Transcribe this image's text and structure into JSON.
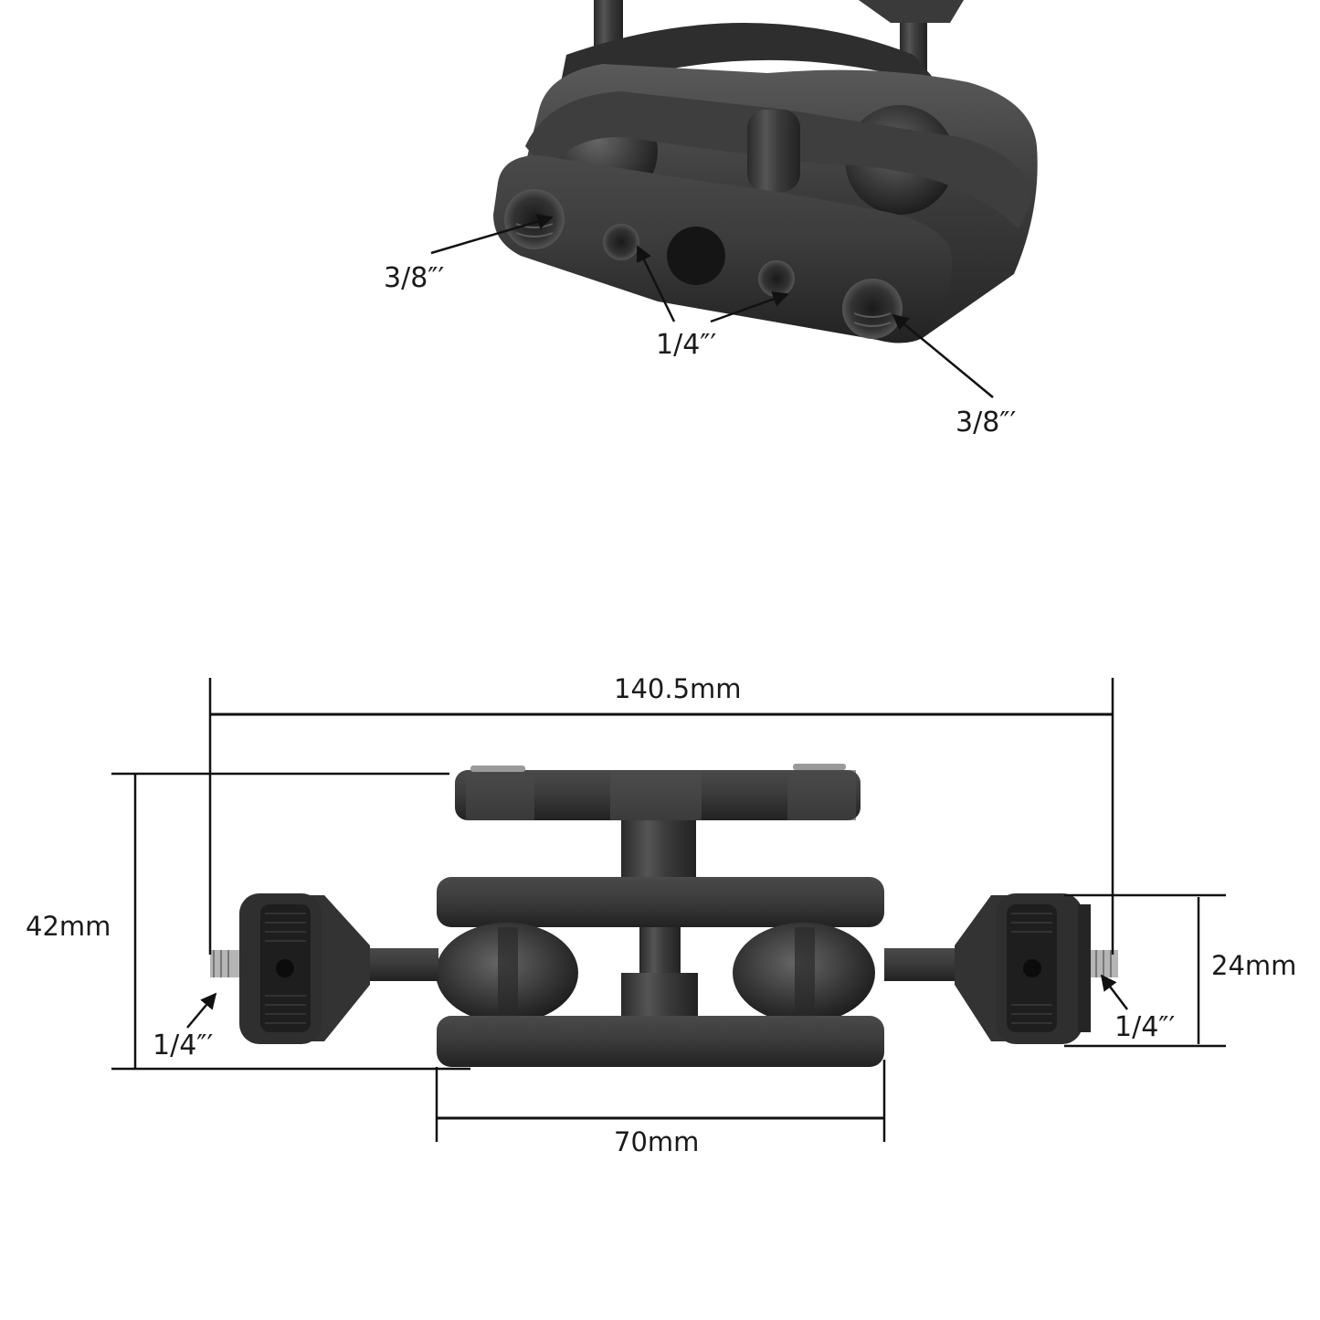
{
  "figure": {
    "type": "product-dimension-diagram",
    "subject": "dual ball head mount clamp"
  },
  "top_view": {
    "callouts": [
      {
        "id": "left-large-hole",
        "label": "3/8″′"
      },
      {
        "id": "small-holes",
        "label": "1/4″′"
      },
      {
        "id": "right-large-hole",
        "label": "3/8″′"
      }
    ]
  },
  "bottom_view": {
    "dimensions": {
      "overall_width": "140.5mm",
      "overall_height": "42mm",
      "clamp_width": "70mm",
      "head_height": "24mm"
    },
    "callouts": [
      {
        "id": "left-screw",
        "label": "1/4″′"
      },
      {
        "id": "right-screw",
        "label": "1/4″′"
      }
    ]
  },
  "colors": {
    "background": "#ffffff",
    "metal_dark": "#2b2b2b",
    "metal_mid": "#454545",
    "metal_light": "#6a6a6a",
    "line": "#111111"
  }
}
